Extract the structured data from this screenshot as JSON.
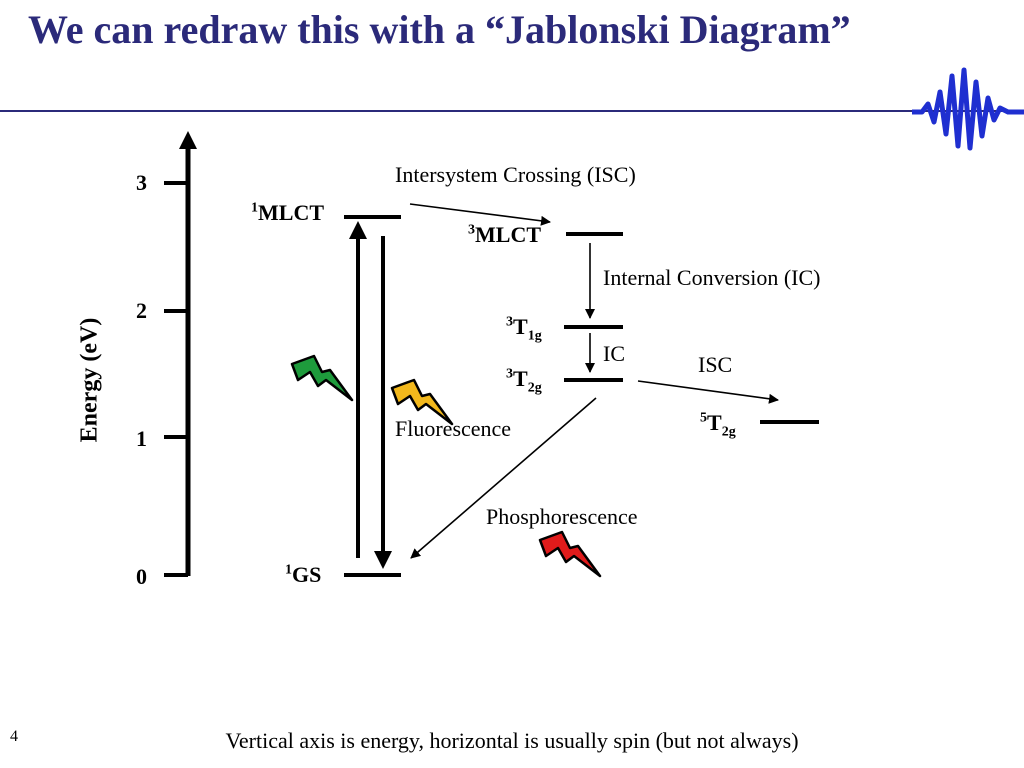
{
  "title": "We can redraw this with a “Jablonski Diagram”",
  "axis": {
    "label": "Energy (eV)",
    "ticks": [
      "0",
      "1",
      "2",
      "3"
    ]
  },
  "states": {
    "s1mlct": {
      "sup": "1",
      "main": "MLCT",
      "sub": ""
    },
    "s3mlct": {
      "sup": "3",
      "main": "MLCT",
      "sub": ""
    },
    "s3t1g": {
      "sup": "3",
      "main": "T",
      "sub": "1g"
    },
    "s3t2g": {
      "sup": "3",
      "main": "T",
      "sub": "2g"
    },
    "s5t2g": {
      "sup": "5",
      "main": "T",
      "sub": "2g"
    },
    "s1gs": {
      "sup": "1",
      "main": "GS",
      "sub": ""
    }
  },
  "processes": {
    "isc_top": "Intersystem Crossing (ISC)",
    "ic_long": "Internal Conversion (IC)",
    "ic_short": "IC",
    "isc": "ISC",
    "fluorescence": "Fluorescence",
    "phosphorescence": "Phosphorescence"
  },
  "footer": "Vertical axis is energy, horizontal is usually spin (but not always)",
  "page_number": "4",
  "colors": {
    "title": "#2b2a7a",
    "wave": "#1f2fd0",
    "bolt_green": "#1e9b3c",
    "bolt_yellow": "#f2b81c",
    "bolt_red": "#e01b1b"
  }
}
